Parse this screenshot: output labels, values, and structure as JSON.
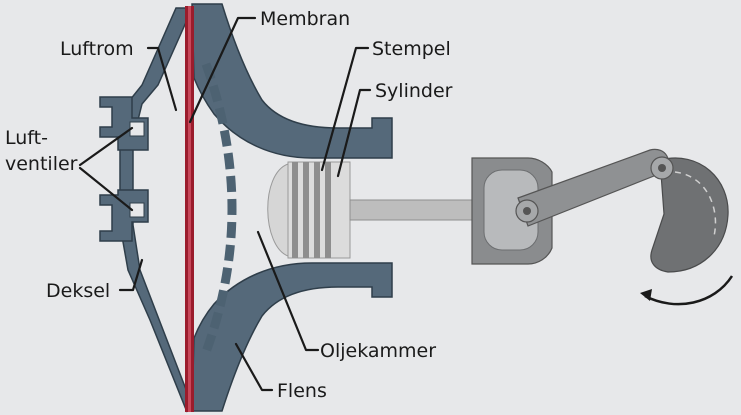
{
  "labels": {
    "membran": "Membran",
    "luftrom": "Luftrom",
    "stempel": "Stempel",
    "sylinder": "Sylinder",
    "luftventiler_line1": "Luft-",
    "luftventiler_line2": "ventiler",
    "deksel": "Deksel",
    "oljekammer": "Oljekammer",
    "flens": "Flens"
  },
  "colors": {
    "background": "#e7e8ea",
    "housing": "#55697a",
    "housing_outline": "#2f3e4a",
    "membrane": "#9b1c2c",
    "piston": "#d6d6d6",
    "crank_parts": "#8a8c8e",
    "oil_dashes": "#4d6272"
  },
  "icons": {
    "rotation": "curved-arrow-icon"
  }
}
